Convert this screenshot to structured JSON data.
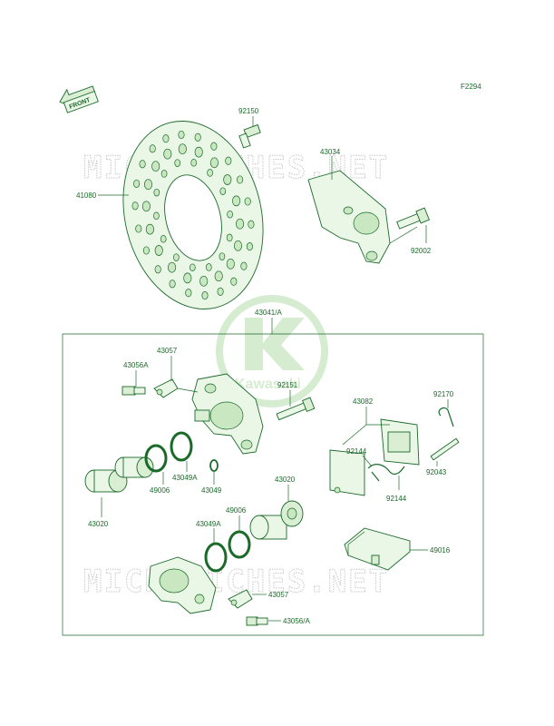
{
  "figure_code": "F2294",
  "front_badge": "FRONT",
  "watermark": "MICROFICHES.NET",
  "logo_text": "Kawasaki",
  "colors": {
    "line": "#1b6a2a",
    "part_fill": "#eaf6e6",
    "watermark": "#c8c8c8"
  },
  "labels": {
    "p92150": "92150",
    "p43034": "43034",
    "p41080": "41080",
    "p92002": "92002",
    "p43041A": "43041/A",
    "p43057_top": "43057",
    "p43056A_top": "43056A",
    "p92151": "92151",
    "p92170": "92170",
    "p43082": "43082",
    "p92144_a": "92144",
    "p92043": "92043",
    "p92144_b": "92144",
    "p43049A_top": "43049A",
    "p49006_top": "49006",
    "p43049": "43049",
    "p43020_right": "43020",
    "p43020_left": "43020",
    "p49006_bottom": "49006",
    "p43049A_bottom": "43049A",
    "p49016": "49016",
    "p43057_bottom": "43057",
    "p43056A_bottom": "43056/A"
  }
}
